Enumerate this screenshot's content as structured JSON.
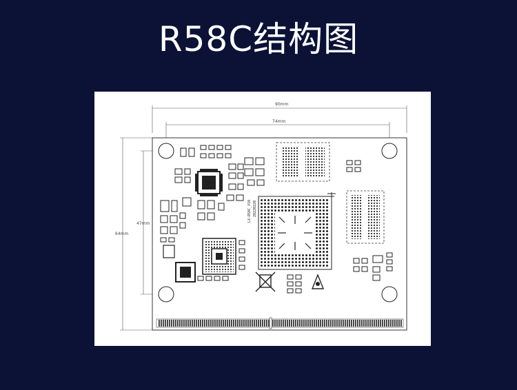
{
  "title": "R58C结构图",
  "dimensions": {
    "overall_width": "90mm",
    "hole_spacing_x": "74mm",
    "overall_height": "64mm",
    "hole_spacing_y": "47mm"
  },
  "silkscreen": {
    "board_name": "LX-R58C_V10",
    "date_code": "20220220"
  },
  "colors": {
    "background": "#0b1236",
    "panel": "#ffffff",
    "ink": "#111111"
  }
}
